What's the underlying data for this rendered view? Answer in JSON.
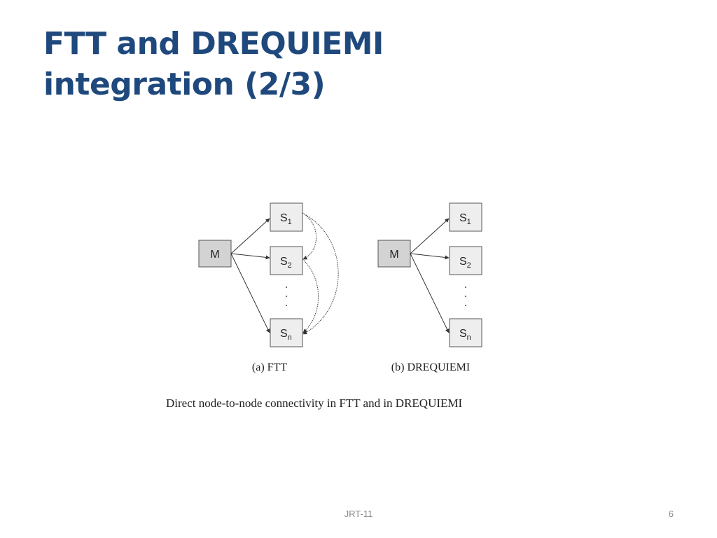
{
  "slide": {
    "title_line1": "FTT and DREQUIEMI",
    "title_line2": "integration (2/3)",
    "footer_text": "JRT-11",
    "page_number": "6"
  },
  "figure": {
    "master_label": "M",
    "slave_prefix": "S",
    "slave_subscripts": [
      "1",
      "2",
      "n"
    ],
    "ellipsis": ". . .",
    "caption_a": "(a) FTT",
    "caption_b": "(b) DREQUIEMI",
    "caption": "Direct node-to-node connectivity in FTT and in DREQUIEMI"
  },
  "colors": {
    "title": "#1f497d",
    "master_fill": "#d3d3d3",
    "slave_fill": "#eeeeee",
    "stroke": "#555555"
  }
}
